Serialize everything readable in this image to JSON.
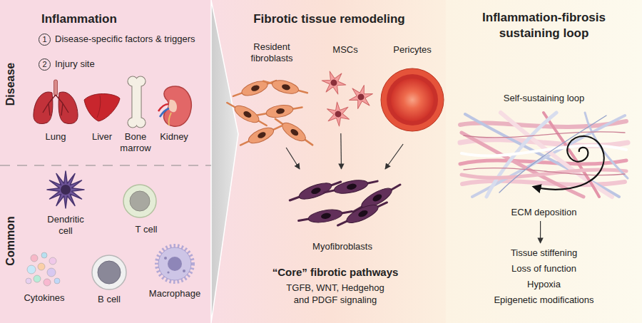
{
  "diagram": {
    "nodes": [
      {
        "text": [
          "Inflammation"
        ]
      },
      {
        "text": [
          "Fibrotic tissue remodeling"
        ]
      },
      {
        "text": [
          "Resident fibroblasts"
        ],
        "in": 1
      },
      {
        "text": [
          "MSCs"
        ],
        "in": 1
      },
      {
        "text": [
          "Pericytes"
        ],
        "in": 1
      },
      {
        "text": [
          "Myofibroblasts"
        ],
        "in": 1
      },
      {
        "text": [
          "Inflammation-fibrosis sustaining loop"
        ]
      },
      {
        "text": [
          "Self-sustaining loop",
          "ECM deposition"
        ],
        "in": 6
      },
      {
        "text": [
          "Tissue stiffening",
          "Loss of function",
          "Hypoxia",
          "Epigenetic modifications"
        ],
        "in": 6
      }
    ],
    "edges": [
      {
        "from": 2,
        "to": 5,
        "arrow": "to"
      },
      {
        "from": 3,
        "to": 5,
        "arrow": "to"
      },
      {
        "from": 4,
        "to": 5,
        "arrow": "to"
      },
      {
        "from": 7,
        "to": 8,
        "arrow": "to"
      }
    ],
    "labels": [
      "Disease",
      "1",
      "Disease-specific factors & triggers",
      "2",
      "Injury site",
      "Lung",
      "Liver",
      "Bone marrow",
      "Kidney",
      "Common",
      "Dendritic cell",
      "T cell",
      "Cytokines",
      "B cell",
      "Macrophage",
      "“Core” fibrotic pathways",
      "TGFB, WNT, Hedgehog and PDGF signaling"
    ]
  }
}
